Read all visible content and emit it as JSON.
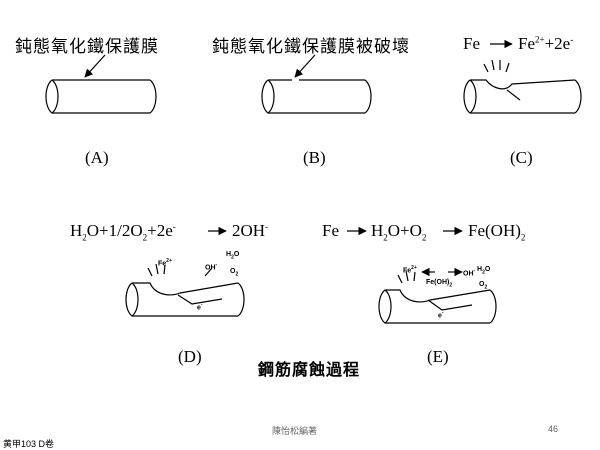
{
  "panels": {
    "a": {
      "label": "鈍態氧化鐵保護膜",
      "id": "(A)"
    },
    "b": {
      "label": "鈍態氧化鐵保護膜被破壞",
      "id": "(B)"
    },
    "c": {
      "id": "(C)",
      "eq_left": "Fe",
      "eq_right_base": "Fe",
      "eq_right_sup": "2+",
      "eq_right_rest": "+2e",
      "eq_right_sup2": "-"
    },
    "d": {
      "id": "(D)",
      "eq": {
        "p1": "H",
        "s1": "2",
        "p2": "O+1/2O",
        "s2": "2",
        "p3": "+2e",
        "sup1": "-",
        "p4": "2OH",
        "sup2": "-"
      },
      "fe_ion": "Fe",
      "fe_ion_sup": "2+",
      "oh": "OH",
      "oh_sup": "-",
      "h2o": "H",
      "h2o_sub": "2",
      "h2o_tail": "O",
      "o2": "O",
      "o2_sub": "2",
      "electron": "e",
      "electron_sup": "-"
    },
    "e": {
      "id": "(E)",
      "eq": {
        "p1": "Fe",
        "p2": "H",
        "s1": "2",
        "p3": "O+O",
        "s2": "2",
        "p4": "Fe(OH)",
        "s3": "2"
      },
      "fe_ion": "Fe",
      "fe_ion_sup": "2+",
      "oh": "OH",
      "oh_sup": "-",
      "feoh": "Fe(OH)",
      "feoh_sub": "2",
      "h2o": "H",
      "h2o_sub": "2",
      "h2o_tail": "O",
      "o2": "O",
      "o2_sub": "2",
      "electron": "e",
      "electron_sup": "-"
    }
  },
  "caption": "鋼筋腐蝕過程",
  "footer": {
    "author": "陳怡松編著",
    "page": "46",
    "corner": "黄甲103 D卷"
  }
}
